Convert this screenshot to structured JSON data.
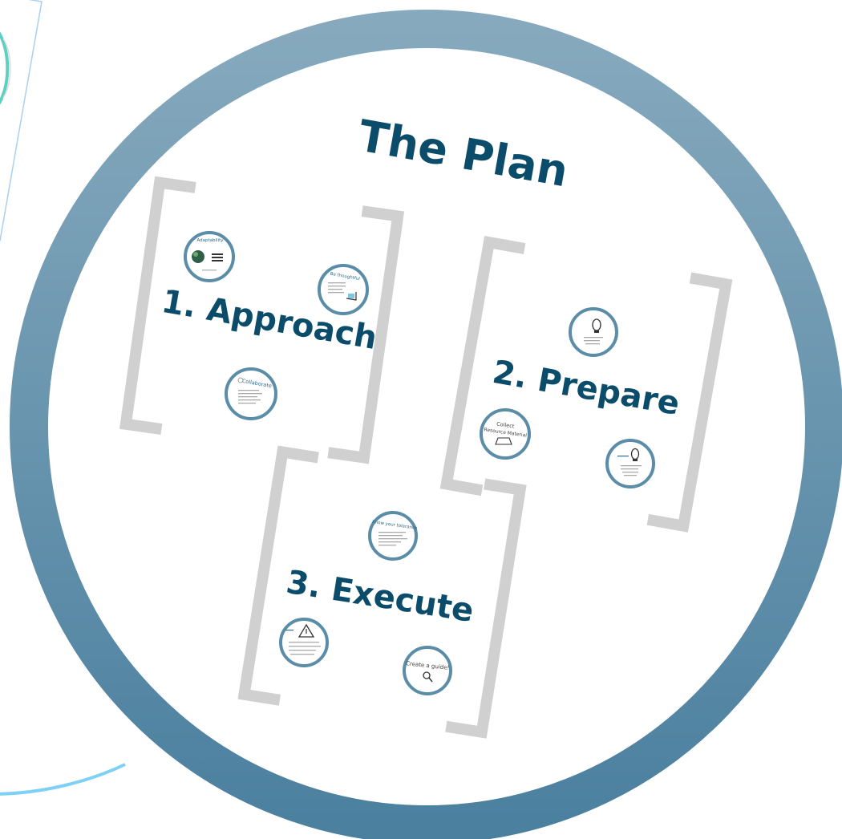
{
  "canvas": {
    "title": "The Plan",
    "ring_color": "#5b8ca8",
    "title_color": "#0b4c6b",
    "bracket_color": "#d0d0d0",
    "accent_line_color": "#7fd0f5"
  },
  "sections": {
    "approach": {
      "label": "1. Approach",
      "topics": {
        "adaptability": "Adaptability",
        "be_thoughtful": "Be thoughtful",
        "collaborate": "Collaborate"
      }
    },
    "prepare": {
      "label": "2. Prepare",
      "topics": {
        "collect": "Collect",
        "resource_material": "Resource Material"
      }
    },
    "execute": {
      "label": "3. Execute",
      "topics": {
        "create_a_guide": "Create a guide!",
        "know_your_tolerance": "Know your tolerance"
      }
    }
  }
}
